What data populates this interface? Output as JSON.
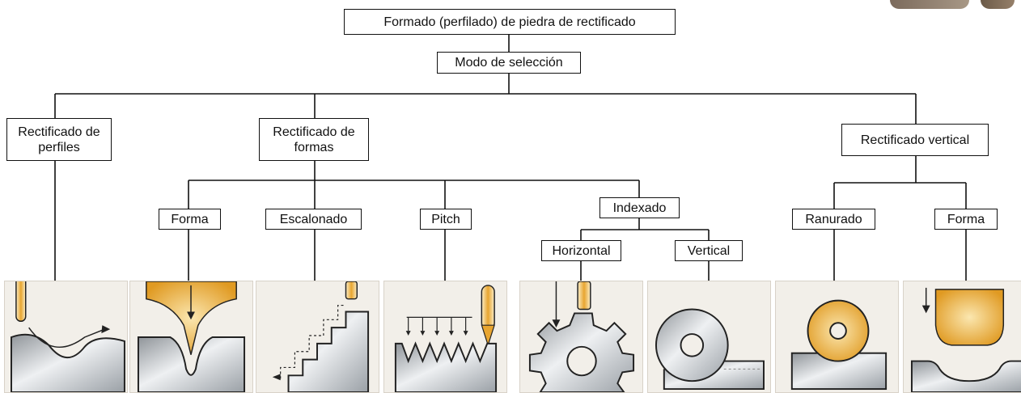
{
  "title": "Formado (perfilado) de piedra de rectificado",
  "mode": "Modo de selección",
  "categories": {
    "profile": {
      "line1": "Rectificado de",
      "line2": "perfiles"
    },
    "forms": {
      "line1": "Rectificado de",
      "line2": "formas"
    },
    "vertical": "Rectificado vertical"
  },
  "forms_children": {
    "forma": "Forma",
    "escalonado": "Escalonado",
    "pitch": "Pitch",
    "indexado": "Indexado"
  },
  "indexado_children": {
    "horizontal": "Horizontal",
    "vertical": "Vertical"
  },
  "vertical_children": {
    "ranurado": "Ranurado",
    "forma": "Forma"
  },
  "colors": {
    "line": "#111111",
    "panel_bg": "#f2efe9",
    "gold": "#e8a530",
    "steel": "#c9ccd0"
  }
}
